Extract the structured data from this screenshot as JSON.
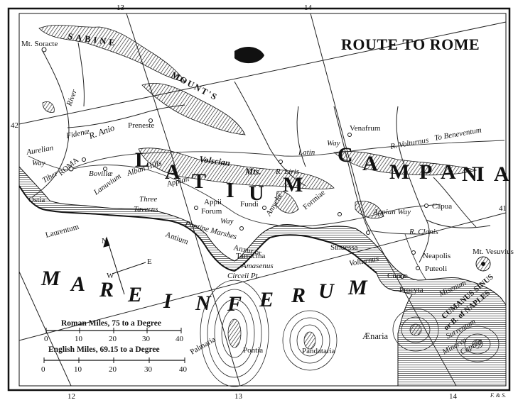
{
  "title": "ROUTE TO ROME",
  "credit": "F. & S.",
  "graticule": {
    "top": [
      "13",
      "14"
    ],
    "bottom": [
      "12",
      "13",
      "14"
    ],
    "left": [
      "42"
    ],
    "right": [
      "41"
    ]
  },
  "sea": [
    "M",
    "A",
    "R",
    "E",
    "I",
    "N",
    "F",
    "E",
    "R",
    "U",
    "M"
  ],
  "regions": {
    "latium": [
      "L",
      "A",
      "T",
      "I",
      "U",
      "M"
    ],
    "campania": [
      "C",
      "A",
      "M",
      "P",
      "A",
      "N",
      "I",
      "A"
    ]
  },
  "mountains": {
    "sabine": "SABINE",
    "mounts": "MOUNT'S",
    "volscian": "Volscian",
    "mts": "Mts."
  },
  "places": {
    "soracte": "Mt. Soracte",
    "fidenae": "Fidenæ",
    "anio": "R. Anio",
    "praeneste": "Preneste",
    "tiber_river": "River",
    "aurelian": "Aurelian",
    "way": "Way",
    "tiber": "Tiber",
    "ostia": "Ostia",
    "roma": "ROMA",
    "bovillae": "Bovillæ",
    "alban_hills": "Alban Hills",
    "lanuvium": "Lanuvium",
    "three": "Three",
    "taverns": "Taverns",
    "appian": "Appian",
    "appii": "Appii",
    "forum": "Forum",
    "way2": "Way",
    "laurentum": "Laurentum",
    "antium": "Antium",
    "pontine_marshes": "Pontine Marshes",
    "fundi": "Fundi",
    "amyclae": "Amyclæ",
    "tarracina": "Tarracina",
    "anxur": "Anxur or",
    "amasenus": "Amasenus",
    "circeii": "Circeii Pt.",
    "latin_way": "Latin",
    "latin_way2": "Way",
    "venafrum": "Venafrum",
    "liris": "R. Liris",
    "formiae": "Formiae",
    "sinuessa": "Sinuessa",
    "volturnus_r": "R. Volturnus",
    "to_beneventum": "To Beneventum",
    "appian_way": "Appian Way",
    "capua": "Capua",
    "clanis": "R. Clanis",
    "vesuvius": "Mt. Vesuvius",
    "volturnus": "Volturnus",
    "neapolis": "Neapolis",
    "puteoli": "Puteoli",
    "cumae": "Cumæ",
    "misenum": "Misenum",
    "procyta": "Procyta",
    "sinus": "CUMANUS SINUS",
    "naples": "or B. of NAPLES",
    "surrentum": "Surrentum",
    "minerva": "Minerva",
    "capreae": "Capreæ",
    "aenaria": "Ænaria",
    "pandataria": "Pandataria",
    "pontia": "Pontia",
    "palmaria": "Palmaria"
  },
  "compass": {
    "n": "N",
    "w": "W",
    "e": "E"
  },
  "scales": [
    {
      "label": "Roman Miles, 75 to a Degree",
      "ticks": [
        "0",
        "10",
        "20",
        "30",
        "40"
      ]
    },
    {
      "label": "English Miles, 69.15 to a Degree",
      "ticks": [
        "0",
        "10",
        "20",
        "30",
        "40"
      ]
    }
  ]
}
